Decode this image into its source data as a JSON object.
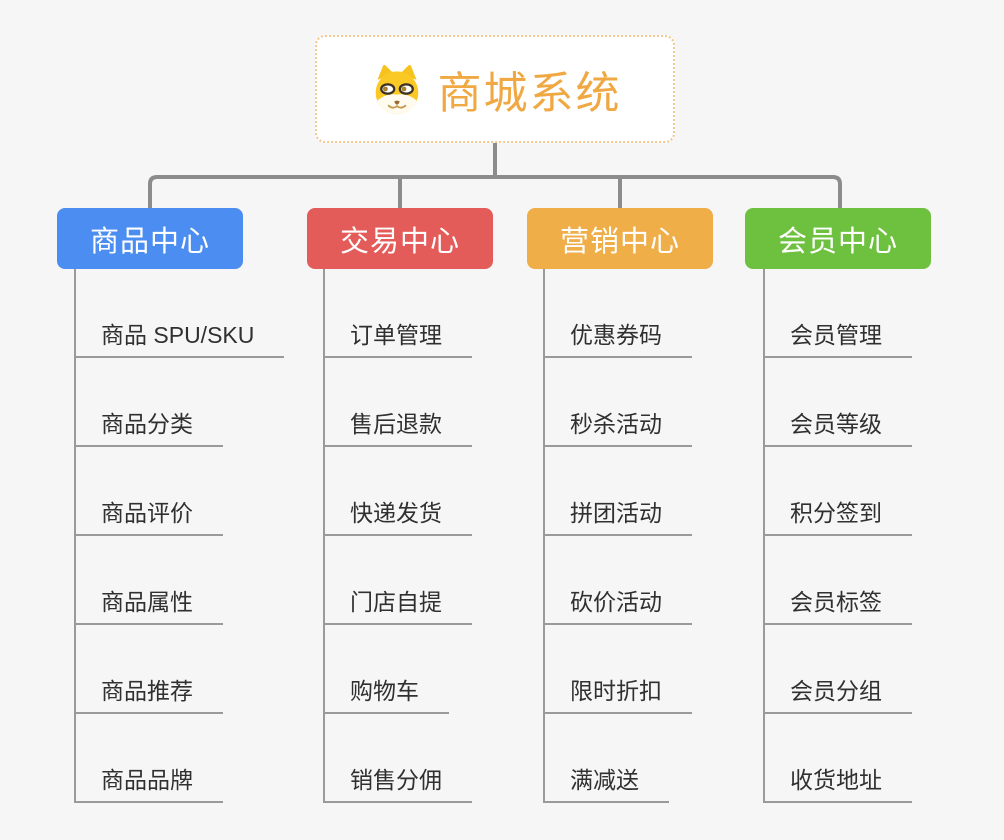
{
  "root": {
    "title": "商城系统",
    "icon": "dog-icon",
    "text_color": "#f0a843",
    "border_color": "#f2c88e",
    "background": "#ffffff"
  },
  "connector_colors": {
    "main": "#8c8c8c",
    "child": "#9a9a9a"
  },
  "background_color": "#f6f6f6",
  "branches": [
    {
      "label": "商品中心",
      "color": "#4b8df0",
      "children": [
        "商品 SPU/SKU",
        "商品分类",
        "商品评价",
        "商品属性",
        "商品推荐",
        "商品品牌"
      ]
    },
    {
      "label": "交易中心",
      "color": "#e45c59",
      "children": [
        "订单管理",
        "售后退款",
        "快递发货",
        "门店自提",
        "购物车",
        "销售分佣"
      ]
    },
    {
      "label": "营销中心",
      "color": "#efae47",
      "children": [
        "优惠券码",
        "秒杀活动",
        "拼团活动",
        "砍价活动",
        "限时折扣",
        "满减送"
      ]
    },
    {
      "label": "会员中心",
      "color": "#6ec13f",
      "children": [
        "会员管理",
        "会员等级",
        "积分签到",
        "会员标签",
        "会员分组",
        "收货地址"
      ]
    }
  ]
}
